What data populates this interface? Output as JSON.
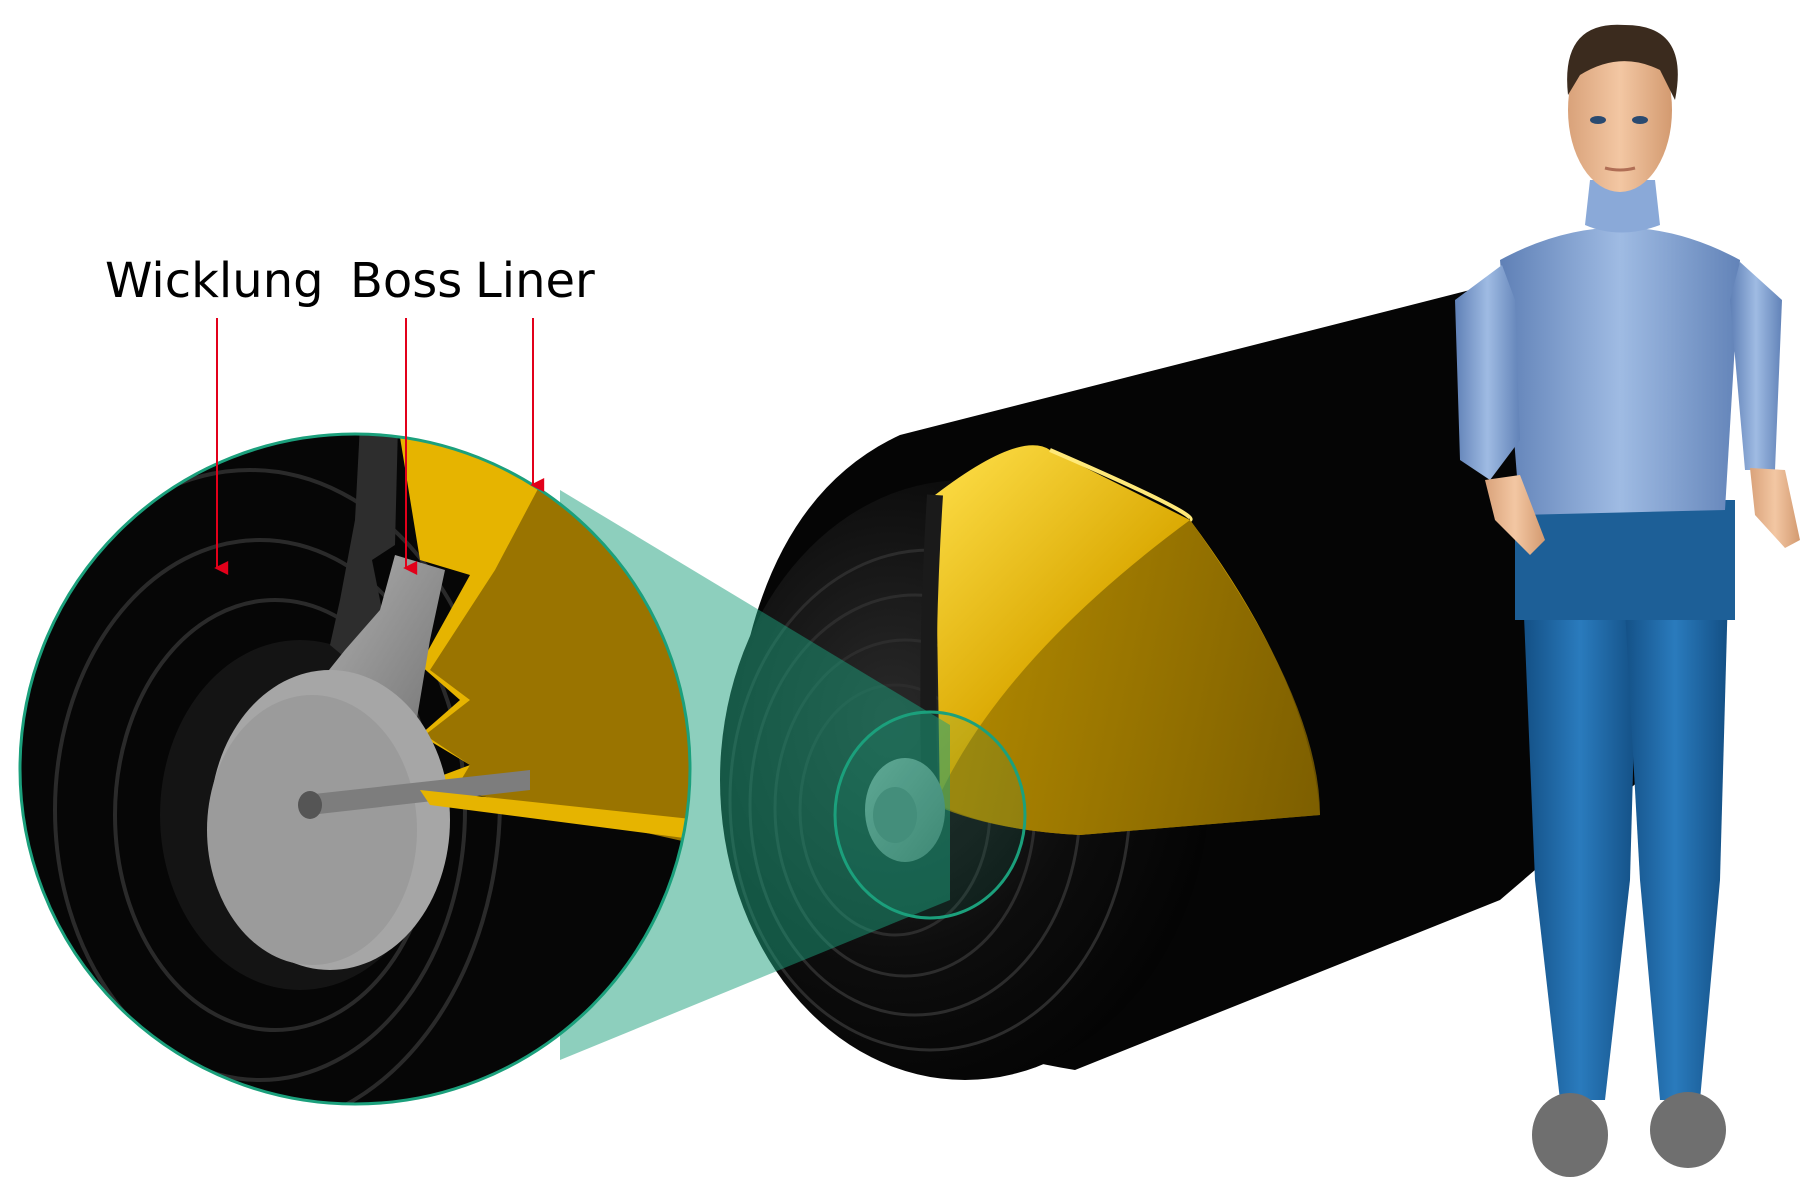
{
  "labels": {
    "wicklung": "Wicklung",
    "boss": "Boss",
    "liner": "Liner"
  },
  "colors": {
    "arrow": "#e2001a",
    "liner": "#e6b400",
    "liner_dark": "#9a7400",
    "winding": "#070707",
    "boss": "#8c8c8c",
    "callout": "#1ba07c",
    "shirt": "#7f9fd0",
    "pants": "#1f6aa6"
  }
}
